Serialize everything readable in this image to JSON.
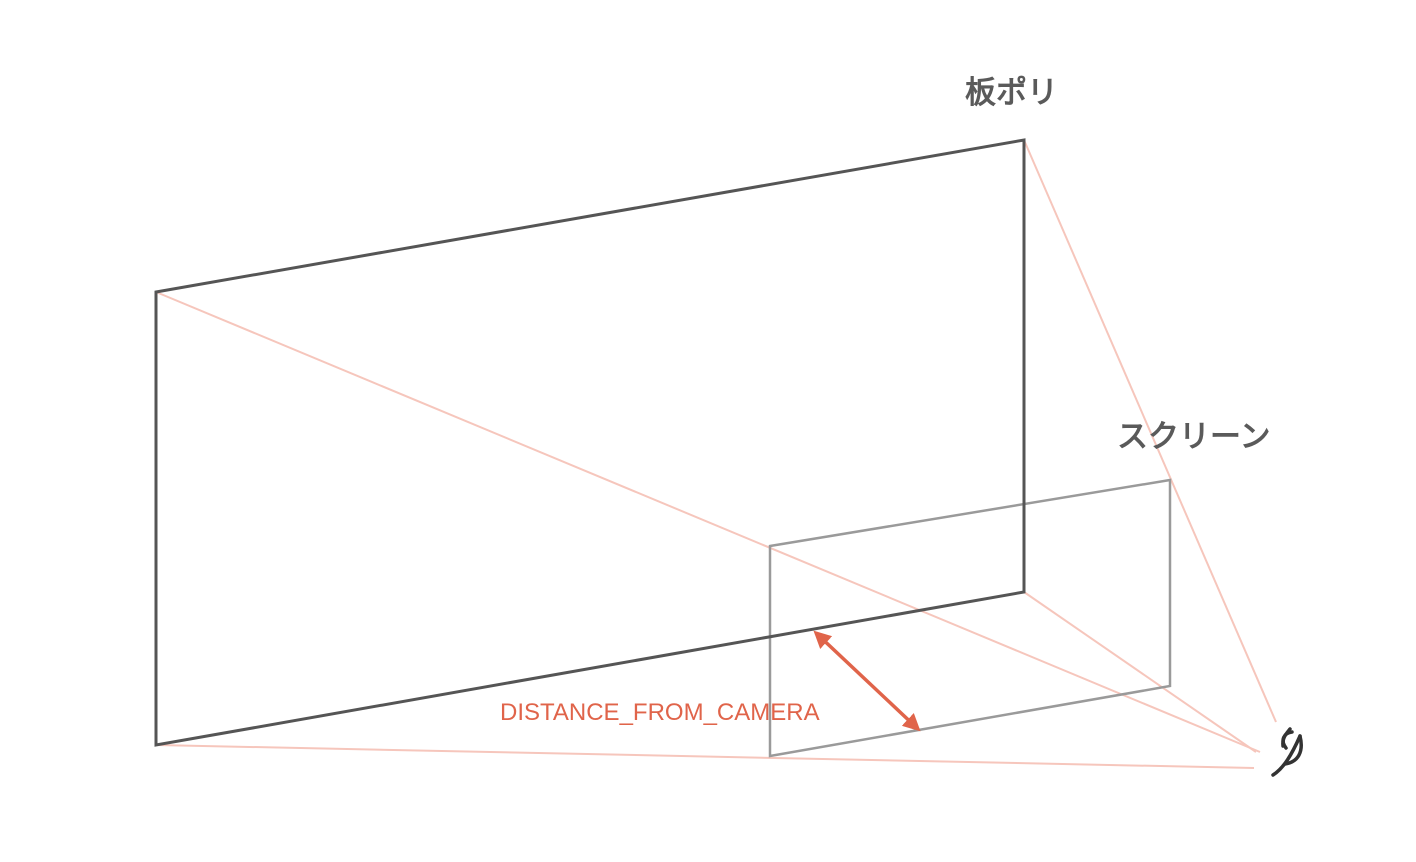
{
  "labels": {
    "board_polygon": "板ポリ",
    "screen": "スクリーン",
    "distance": "DISTANCE_FROM_CAMERA"
  },
  "icons": {
    "camera": "eye-icon"
  },
  "colors": {
    "board_outline": "#555555",
    "screen_outline": "#9a9a9a",
    "projection_lines": "#f6c6bc",
    "distance_arrow": "#e0644a",
    "label_text": "#5a5a5a",
    "background": "#ffffff"
  }
}
